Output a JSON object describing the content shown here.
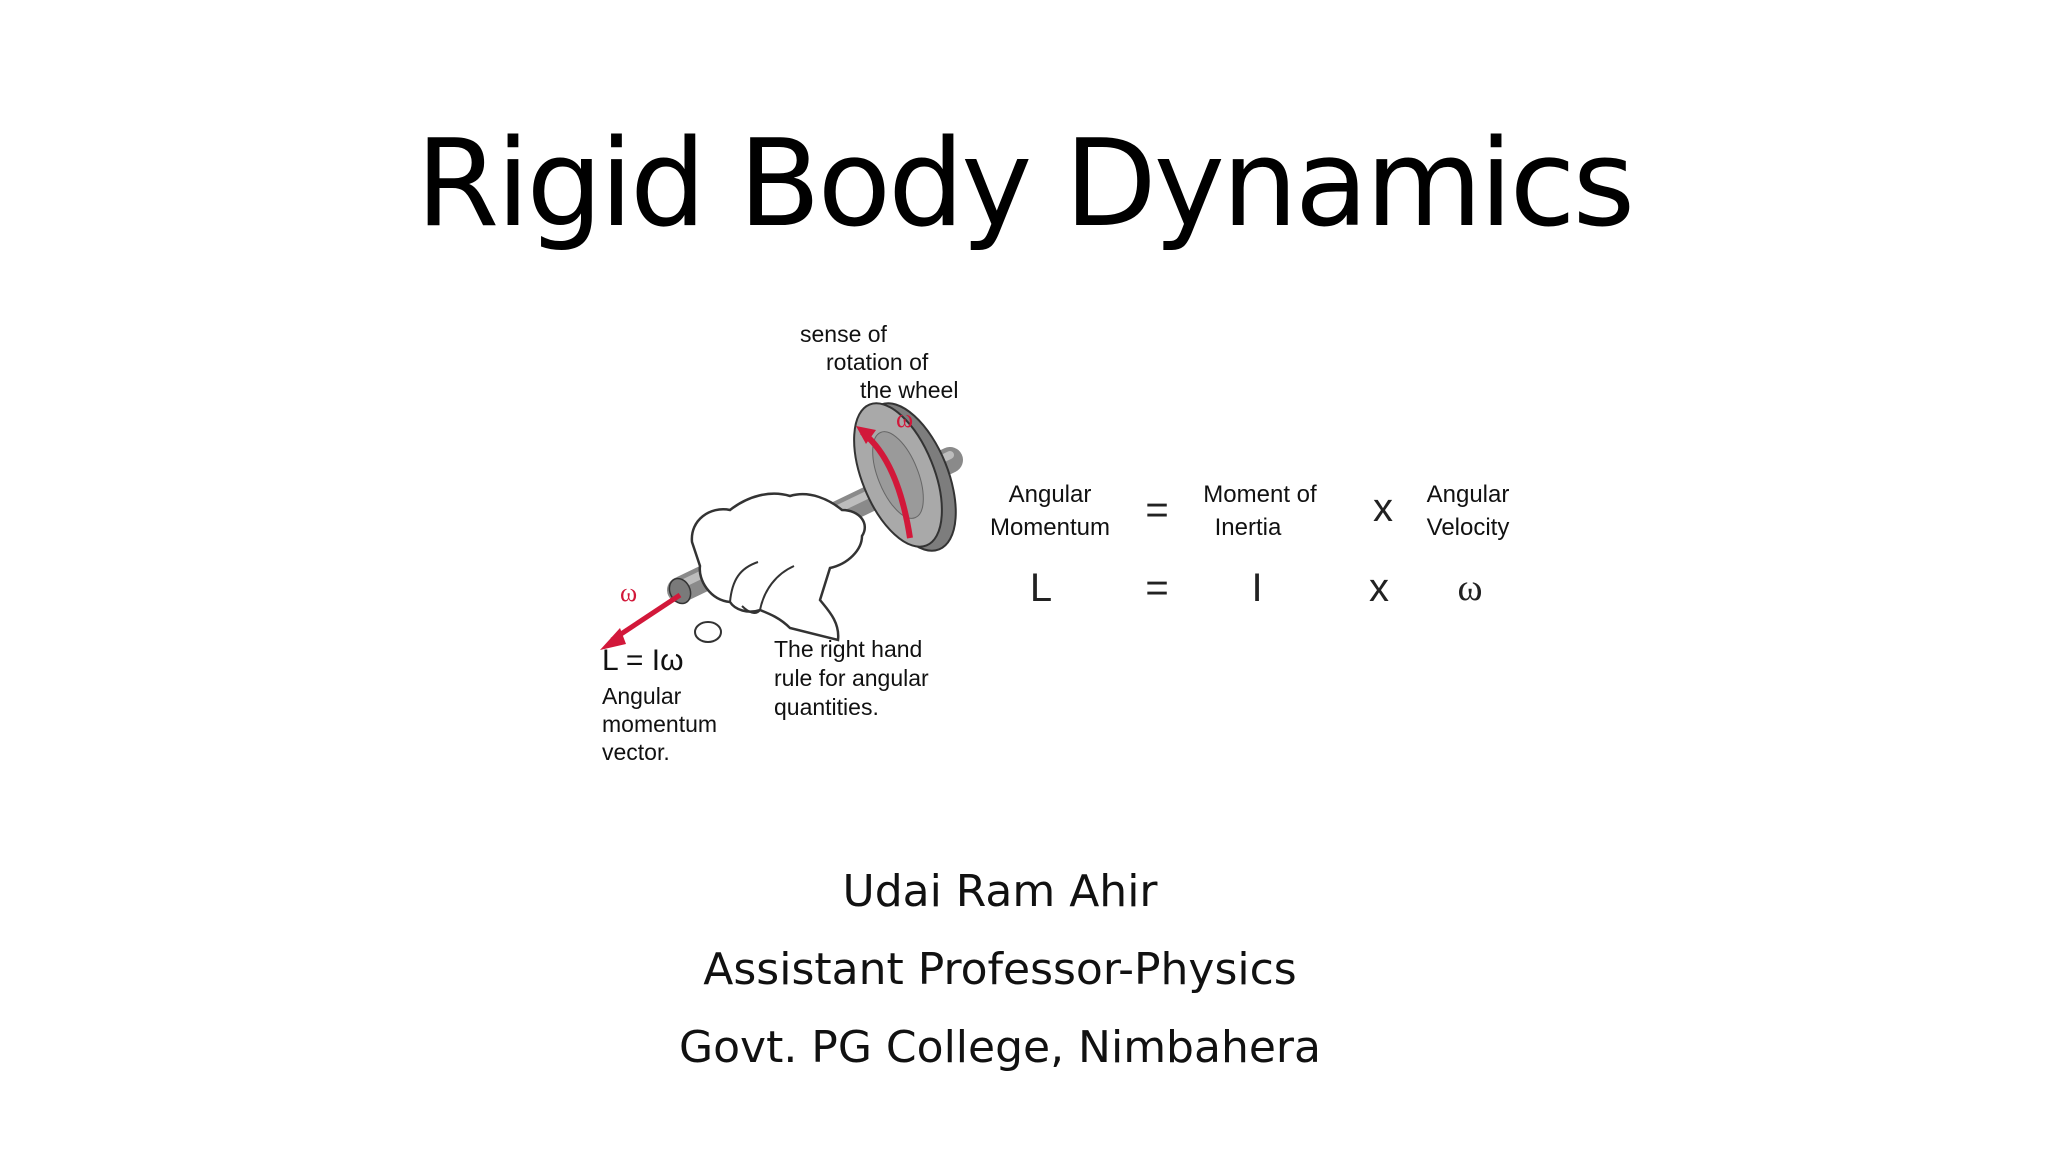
{
  "slide": {
    "title": "Rigid Body Dynamics"
  },
  "figure": {
    "sense_label": [
      "sense of",
      "rotation of",
      "the wheel"
    ],
    "omega_symbol": "ω",
    "lw_label": "L = Iω",
    "vector_label": [
      "Angular",
      "momentum",
      "vector."
    ],
    "rule_label": [
      "The right hand",
      "rule for angular",
      "quantities."
    ],
    "equation": {
      "term1": [
        "Angular",
        "Momentum"
      ],
      "equals": "=",
      "term2": [
        "Moment of",
        "Inertia"
      ],
      "times": "x",
      "term3": [
        "Angular",
        "Velocity"
      ],
      "sym1": "L",
      "sym2": "I",
      "sym3": "ω"
    },
    "colors": {
      "accent_red": "#d2183a",
      "wheel_gray": "#8f8f8f",
      "hand_outline": "#333333"
    }
  },
  "author": {
    "name": "Udai Ram Ahir",
    "position": "Assistant Professor-Physics",
    "institution": "Govt. PG College, Nimbahera"
  }
}
